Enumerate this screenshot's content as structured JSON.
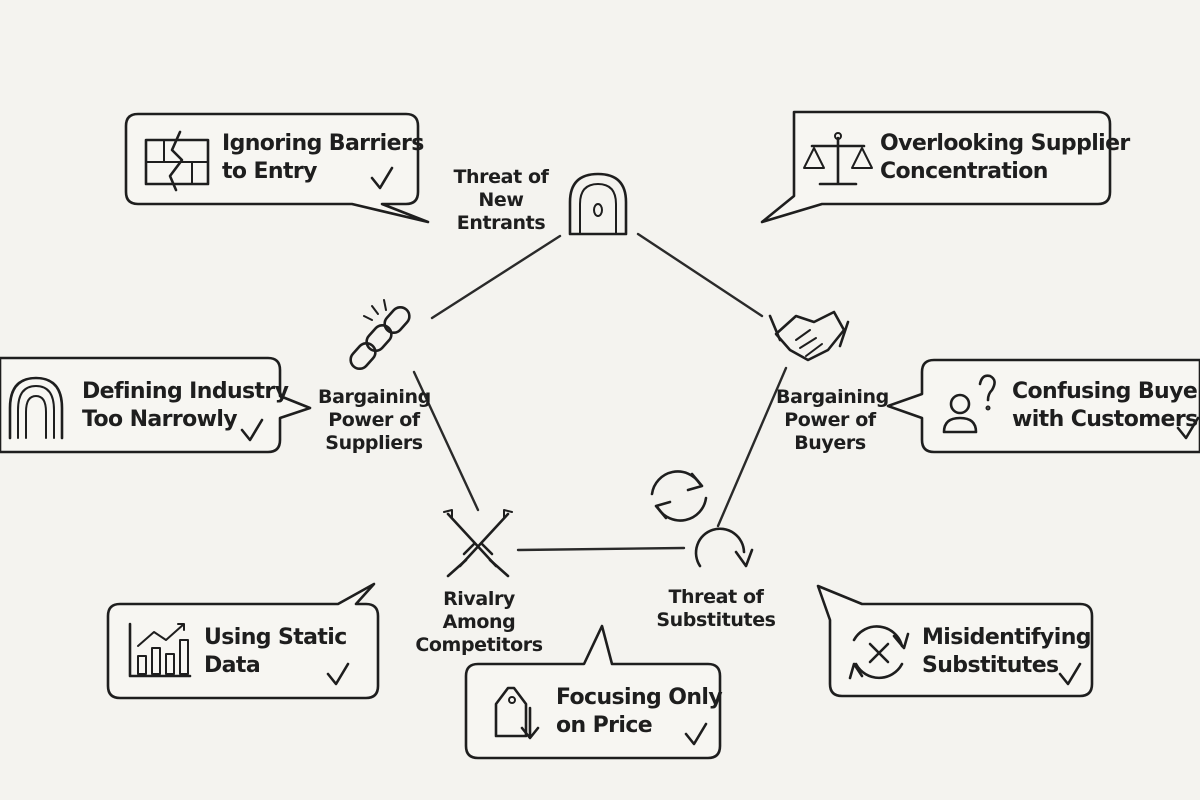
{
  "forces": {
    "new_entrants": {
      "line1": "Threat of",
      "line2": "New Entrants",
      "icon": "arch-door-icon"
    },
    "suppliers": {
      "line1": "Bargaining",
      "line2": "Power of",
      "line3": "Suppliers",
      "icon": "broken-chain-icon"
    },
    "buyers": {
      "line1": "Bargaining",
      "line2": "Power of",
      "line3": "Buyers",
      "icon": "handshake-icon"
    },
    "rivalry": {
      "line1": "Rivalry Among",
      "line2": "Competitors",
      "icon": "crossed-swords-icon"
    },
    "substitutes": {
      "line1": "Threat of",
      "line2": "Substitutes",
      "icon": "circular-arrow-icon"
    }
  },
  "pitfalls": {
    "barriers": {
      "line1": "Ignoring Barriers",
      "line2": "to Entry",
      "icon": "broken-wall-icon"
    },
    "supplier_concentration": {
      "line1": "Overlooking Supplier",
      "line2": "Concentration",
      "icon": "scales-icon"
    },
    "narrow_industry": {
      "line1": "Defining Industry",
      "line2": "Too Narrowly",
      "icon": "tunnel-icon"
    },
    "buyers_customers": {
      "line1": "Confusing Buyers",
      "line2": "with Customers",
      "icon": "person-question-icon"
    },
    "static_data": {
      "line1": "Using Static",
      "line2": "Data",
      "icon": "bar-chart-icon"
    },
    "price_only": {
      "line1": "Focusing Only",
      "line2": "on Price",
      "icon": "price-tag-icon"
    },
    "misidentify_substitutes": {
      "line1": "Misidentifying",
      "line2": "Substitutes",
      "icon": "cycle-x-icon"
    }
  },
  "center_icon": "refresh-cycle-icon"
}
